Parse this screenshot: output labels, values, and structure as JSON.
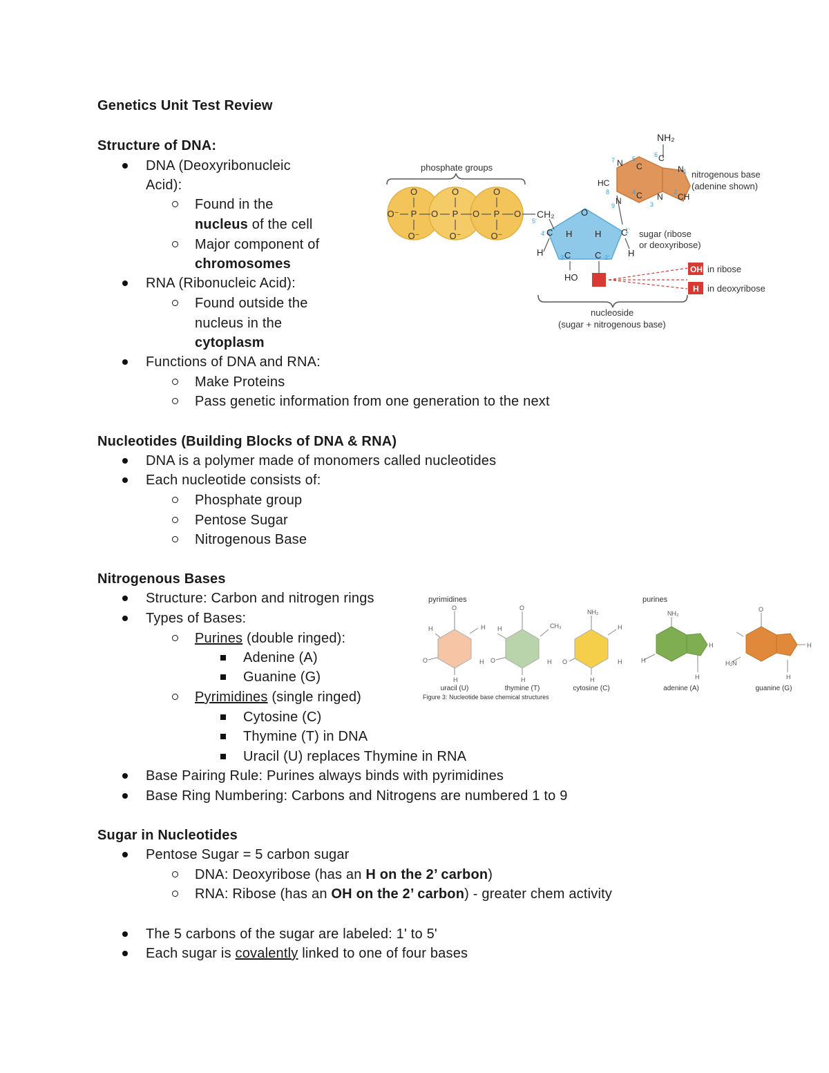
{
  "title": "Genetics Unit Test Review",
  "sections": {
    "structure": {
      "heading": "Structure of DNA:",
      "dna_label_1": "DNA (Deoxyribonucleic",
      "dna_label_2": "Acid):",
      "dna_sub1_a": "Found in the",
      "dna_sub1_b_bold": "nucleus",
      "dna_sub1_b_rest": " of the cell",
      "dna_sub2_a": "Major component of",
      "dna_sub2_b_bold": "chromosomes",
      "rna_label": "RNA (Ribonucleic Acid):",
      "rna_sub1_a": "Found outside the",
      "rna_sub1_b": "nucleus in the",
      "rna_sub1_c_bold": "cytoplasm",
      "functions_label": "Functions of DNA and RNA:",
      "func1": "Make Proteins",
      "func2": "Pass genetic information from one generation to the next"
    },
    "nucleotides": {
      "heading": "Nucleotides (Building Blocks of DNA & RNA)",
      "item1": "DNA is a polymer made of monomers called nucleotides",
      "item2": "Each nucleotide consists of:",
      "sub1": "Phosphate group",
      "sub2": "Pentose Sugar",
      "sub3": "Nitrogenous Base"
    },
    "bases": {
      "heading": "Nitrogenous Bases",
      "item1": "Structure: Carbon and nitrogen rings",
      "item2": "Types of Bases:",
      "purines_word": "Purines",
      "purines_rest": " (double ringed):",
      "adenine": "Adenine (A)",
      "guanine": "Guanine (G)",
      "pyrimidines_word": "Pyrimidines",
      "pyrimidines_rest": " (single ringed)",
      "cytosine": "Cytosine (C)",
      "thymine": "Thymine (T) in DNA",
      "uracil": "Uracil (U) replaces Thymine in RNA",
      "pairing": "Base Pairing Rule: Purines always binds with pyrimidines",
      "numbering": "Base Ring Numbering: Carbons and Nitrogens are numbered 1 to 9"
    },
    "sugar": {
      "heading": "Sugar in Nucleotides",
      "item1": "Pentose Sugar = 5 carbon sugar",
      "dna_a": "DNA: Deoxyribose (has an ",
      "dna_bold": "H on the 2’ carbon",
      "dna_c": ")",
      "rna_a": "RNA: Ribose (has an ",
      "rna_bold": "OH on the 2’ carbon",
      "rna_c": ") - greater chem activity",
      "item2": "The 5 carbons of the sugar are labeled: 1' to 5'",
      "item3_a": "Each sugar is ",
      "item3_u": "covalently",
      "item3_c": " linked to one of four bases"
    }
  },
  "figure1": {
    "phosphate_groups": "phosphate groups",
    "nitrogenous_base": "nitrogenous base",
    "adenine_shown": "(adenine shown)",
    "sugar_1": "sugar (ribose",
    "sugar_2": "or deoxyribose)",
    "oh": "OH",
    "in_ribose": "in ribose",
    "h": "H",
    "in_deoxyribose": "in deoxyribose",
    "nucleoside": "nucleoside",
    "nucleoside_sub": "(sugar + nitrogenous base)",
    "nh2": "NH₂",
    "ch2": "CH₂",
    "colors": {
      "phosphate": "#f2c45a",
      "sugar": "#8ec9ea",
      "base": "#e0955a",
      "red": "#d63a32"
    }
  },
  "figure2": {
    "pyrimidines": "pyrimidines",
    "purines": "purines",
    "uracil": "uracil (U)",
    "thymine": "thymine (T)",
    "cytosine": "cytosine (C)",
    "adenine": "adenine (A)",
    "guanine": "guanine (G)",
    "caption": "Figure 3: Nucleotide base chemical structures",
    "colors": {
      "uracil": "#f6c5a6",
      "thymine": "#b9d4ab",
      "cytosine": "#f5cf4a",
      "adenine": "#7fad52",
      "guanine": "#e0893b"
    }
  }
}
